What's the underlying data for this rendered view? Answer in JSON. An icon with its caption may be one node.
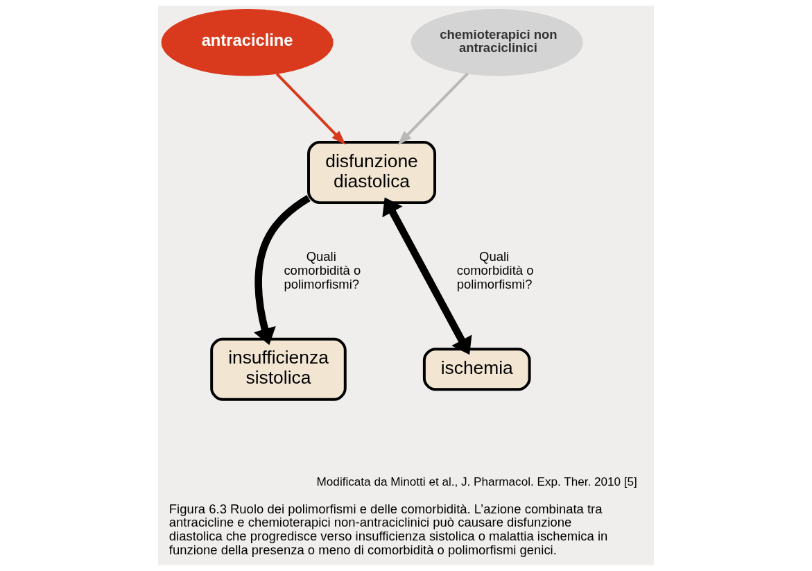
{
  "diagram": {
    "caption": "Figura 6.3 Ruolo dei polimorfismi e delle comorbidità. L’azione combinata tra antracicline e chemioterapici non-antraciclinici può causare disfunzione diastolica che progredisce verso insufficienza sistolica o malattia ischemica in funzione della presenza o meno di comorbidità o polimorfismi genici.",
    "nodes": [
      {
        "text": [
          "antracicline"
        ]
      },
      {
        "text": [
          "chemioterapici non antraciclinici"
        ]
      },
      {
        "text": [
          "disfunzione diastolica"
        ]
      },
      {
        "text": [
          "insufficienza sistolica"
        ]
      },
      {
        "text": [
          "ischemia"
        ]
      }
    ],
    "edges": [
      {
        "from": 0,
        "to": 2,
        "arrow": "to",
        "color": "#d9391c"
      },
      {
        "from": 1,
        "to": 2,
        "arrow": "to",
        "color": "#b8b8b8"
      },
      {
        "from": 2,
        "to": 3,
        "arrow": "to",
        "style": "thick",
        "label": "Quali comorbidità o polimorfismi?"
      },
      {
        "from": 2,
        "to": 4,
        "arrow": "both",
        "style": "thick",
        "label": "Quali comorbidità o polimorfismi?"
      }
    ],
    "labels": [
      "Modificata da Minotti et al., J. Pharmacol. Exp. Ther. 2010 [5]"
    ]
  }
}
